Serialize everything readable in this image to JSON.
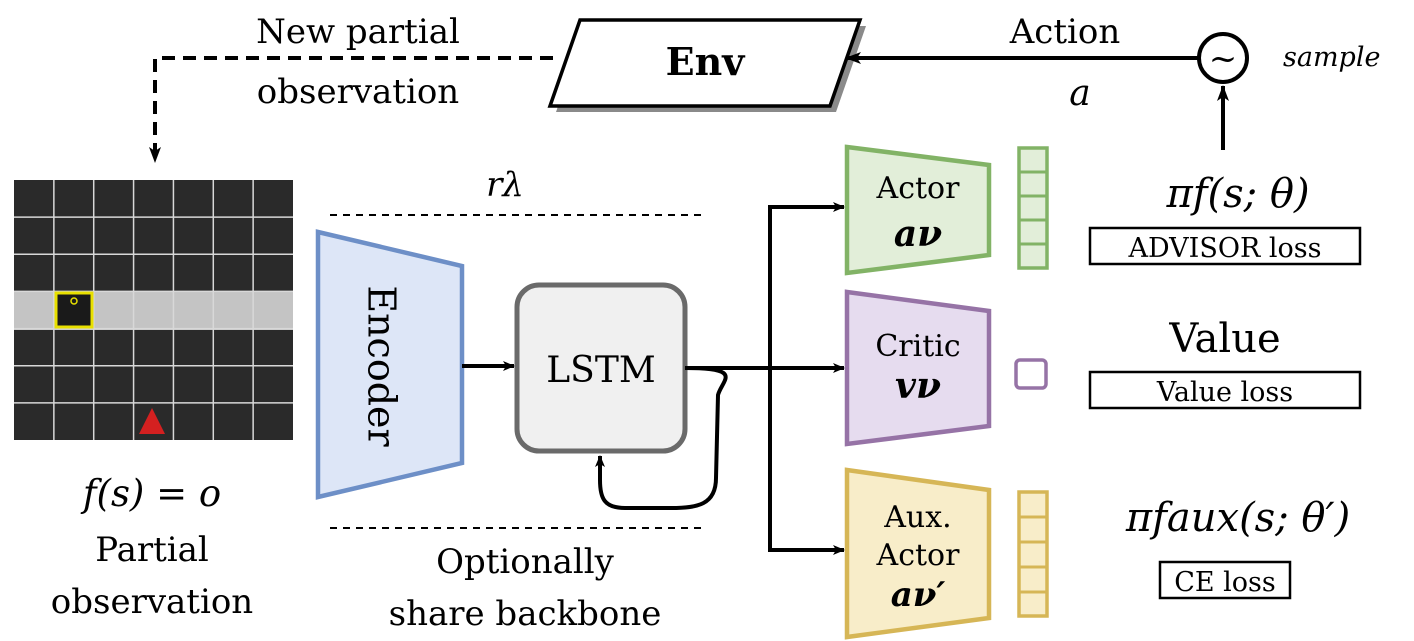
{
  "top": {
    "new_obs_line1": "New partial",
    "new_obs_line2": "observation",
    "env_label": "Env",
    "action_label": "Action",
    "action_symbol": "a",
    "sample_label": "sample",
    "sample_symbol": "~"
  },
  "observation": {
    "formula": "f(s) = o",
    "caption_line1": "Partial",
    "caption_line2": "observation"
  },
  "backbone": {
    "reward_symbol": "rλ",
    "caption_line1": "Optionally",
    "caption_line2": "share backbone",
    "encoder_label": "Encoder",
    "lstm_label": "LSTM"
  },
  "heads": {
    "actor_title": "Actor",
    "actor_symbol": "aν",
    "critic_title": "Critic",
    "critic_symbol": "vν",
    "aux_title_line1": "Aux.",
    "aux_title_line2": "Actor",
    "aux_symbol": "aν′"
  },
  "outputs": {
    "policy_formula": "πf(s; θ)",
    "advisor_loss": "ADVISOR loss",
    "value_label": "Value",
    "value_loss": "Value loss",
    "aux_policy_formula": "πfaux(s; θ′)",
    "ce_loss": "CE loss"
  },
  "colors": {
    "encoder_fill": "#dde6f7",
    "encoder_stroke": "#6d8fc7",
    "actor_fill": "#e2eed9",
    "actor_stroke": "#82b366",
    "critic_fill": "#e6dcef",
    "critic_stroke": "#9673a6",
    "aux_fill": "#f8edc9",
    "aux_stroke": "#d6b656",
    "grid_fill": "#2a2a2a",
    "corridor": "#c4c4c4",
    "agent": "#d42020"
  }
}
